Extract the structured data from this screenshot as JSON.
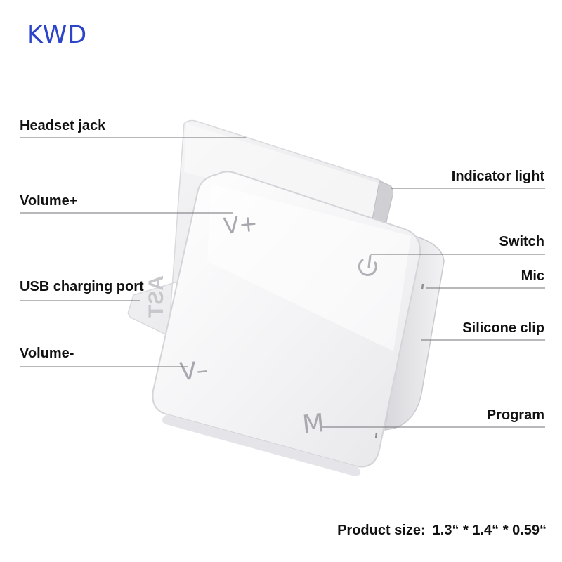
{
  "brand": {
    "logo_text": "KWD",
    "color": "#2b44c9"
  },
  "callouts": {
    "headset_jack": "Headset jack",
    "volume_plus": "Volume+",
    "usb_charging_port": "USB charging port",
    "volume_minus": "Volume-",
    "indicator_light": "Indicator light",
    "switch": "Switch",
    "mic": "Mic",
    "silicone_clip": "Silicone clip",
    "program": "Program"
  },
  "device": {
    "back_panel_text": "AST",
    "button_v_plus": "V+",
    "button_v_minus": "V–",
    "button_m": "M",
    "power_icon": "power-icon",
    "body_color": "#f4f4f6"
  },
  "product_size": {
    "label": "Product size:",
    "value": "1.3“ * 1.4“ * 0.59“"
  }
}
